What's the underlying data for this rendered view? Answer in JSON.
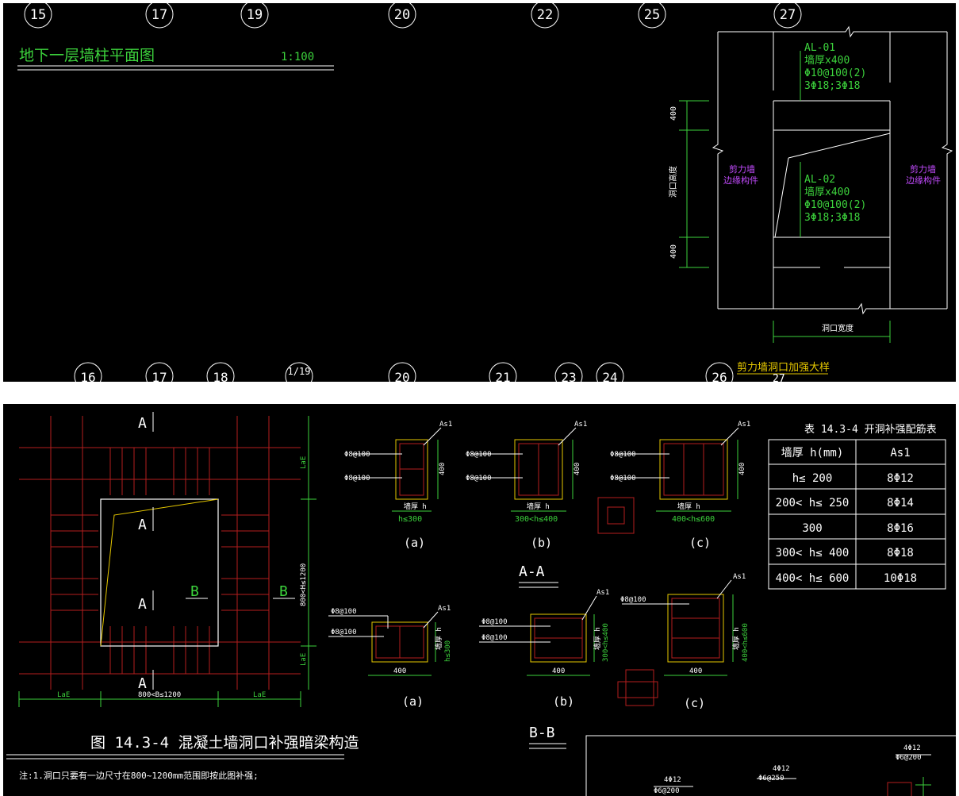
{
  "top": {
    "axis_top": [
      "15",
      "17",
      "19",
      "20",
      "22",
      "25",
      "27"
    ],
    "axis_bottom": [
      "16",
      "17",
      "18",
      "1/19",
      "20",
      "21",
      "23",
      "24",
      "26",
      "27"
    ],
    "title": "地下一层墙柱平面图",
    "scale": "1:100",
    "detail": {
      "al01": [
        "AL-01",
        "墙厚x400",
        "Φ10@100(2)",
        "3Φ18;3Φ18"
      ],
      "al02": [
        "AL-02",
        "墙厚x400",
        "Φ10@100(2)",
        "3Φ18;3Φ18"
      ],
      "left_label": [
        "剪力墙",
        "边缘构件"
      ],
      "right_label": [
        "剪力墙",
        "边缘构件"
      ],
      "dim_top": "400",
      "dim_mid": "洞口高度",
      "dim_bottom": "400",
      "dim_width": "洞口宽度",
      "caption": "剪力墙洞口加强大样",
      "caption_axis": "27"
    },
    "colors": {
      "green": "#3cd23c",
      "white": "#ffffff",
      "magenta": "#c34bff",
      "yellow": "#e6c800",
      "red": "#b41e1e"
    }
  },
  "bottom": {
    "plan": {
      "labels_a": [
        "A",
        "A",
        "A",
        "A"
      ],
      "labels_b": [
        "B",
        "B"
      ],
      "dim_lae": "LaE",
      "dim_b": "800<B≤1200",
      "dim_h": "800<H≤1200"
    },
    "figure_title": "图 14.3-4  混凝土墙洞口补强暗梁构造",
    "note": "注:1.洞口只要有一边尺寸在800~1200mm范围即按此图补强;",
    "section_aa": {
      "label": "A-A",
      "as1": "As1",
      "stirrup": "Φ8@100",
      "height": "400",
      "wall": "墙厚 h",
      "ranges": [
        "h≤300",
        "300<h≤400",
        "400<h≤600"
      ],
      "sub": [
        "(a)",
        "(b)",
        "(c)"
      ]
    },
    "section_bb": {
      "label": "B-B",
      "as1": "As1",
      "stirrup": "Φ8@100",
      "width": "400",
      "ranges": [
        "h≤300",
        "300<h≤400",
        "400<h≤600"
      ],
      "wall": "墙厚 h",
      "sub": [
        "(a)",
        "(b)",
        "(c)"
      ]
    },
    "table": {
      "title": "表 14.3-4  开洞补强配筋表",
      "headers": [
        "墙厚 h(mm)",
        "As1"
      ],
      "rows": [
        [
          "h≤ 200",
          "8Φ12"
        ],
        [
          "200< h≤ 250",
          "8Φ14"
        ],
        [
          "300",
          "8Φ16"
        ],
        [
          "300< h≤ 400",
          "8Φ18"
        ],
        [
          "400< h≤ 600",
          "10Φ18"
        ]
      ]
    },
    "corner": {
      "labels": [
        "4Φ12",
        "Φ6@200",
        "4Φ12",
        "Φ6@250",
        "4Φ12",
        "Φ6@200"
      ]
    }
  }
}
